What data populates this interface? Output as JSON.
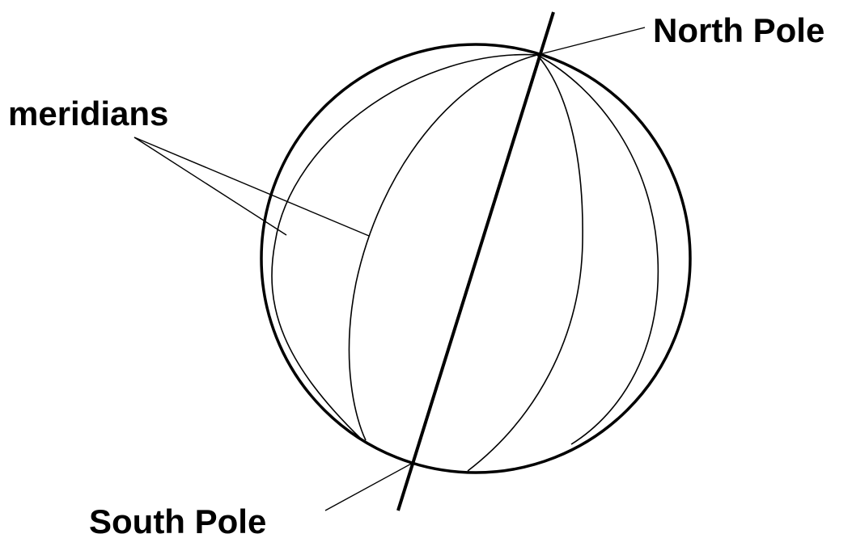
{
  "labels": {
    "north_pole": "North Pole",
    "south_pole": "South Pole",
    "meridians": "meridians"
  },
  "colors": {
    "ink": "#000000",
    "background": "#ffffff"
  }
}
